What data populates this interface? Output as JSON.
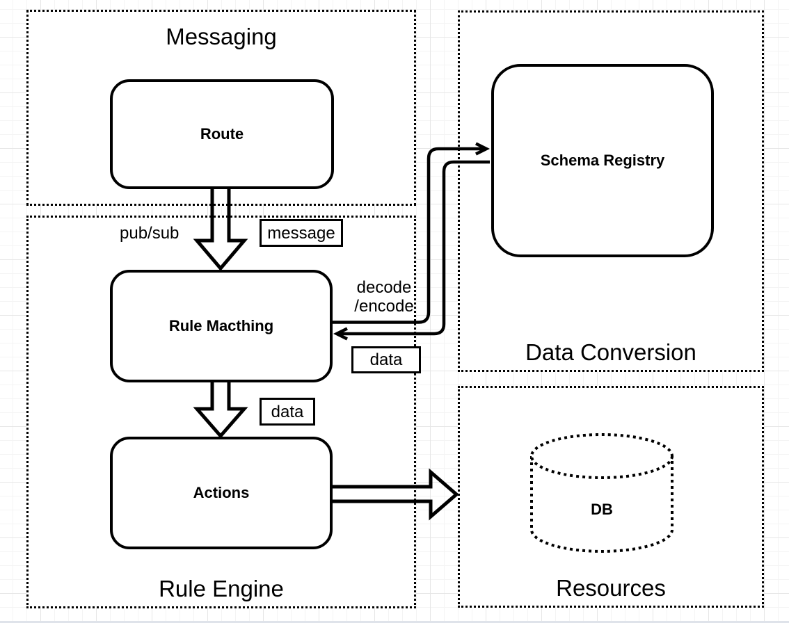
{
  "canvas": {
    "background": "#ffffff",
    "grid_minor_color": "#f4f4f4",
    "grid_major_color": "#e6e6e6",
    "ink_color": "#000000"
  },
  "containers": {
    "messaging": {
      "title": "Messaging"
    },
    "rule_engine": {
      "title": "Rule Engine"
    },
    "data_conversion": {
      "title": "Data Conversion"
    },
    "resources": {
      "title": "Resources"
    }
  },
  "nodes": {
    "route": {
      "label": "Route"
    },
    "rule_matching": {
      "label": "Rule Macthing"
    },
    "actions": {
      "label": "Actions"
    },
    "schema_registry": {
      "label": "Schema Registry"
    },
    "db": {
      "label": "DB"
    }
  },
  "edge_labels": {
    "pub_sub": "pub/sub",
    "message": "message",
    "decode_line1": "decode",
    "decode_line2": "/encode",
    "data_return": "data",
    "data_down": "data"
  },
  "edges": [
    {
      "from": "Route",
      "to": "Rule Macthing",
      "labels": [
        "pub/sub",
        "message"
      ],
      "arrow": "hollow-block-down"
    },
    {
      "from": "Rule Macthing",
      "to": "Schema Registry",
      "labels": [
        "decode /encode"
      ],
      "arrow": "thin-open-arrow"
    },
    {
      "from": "Schema Registry",
      "to": "Rule Macthing",
      "labels": [
        "data"
      ],
      "arrow": "thin-open-arrow"
    },
    {
      "from": "Rule Macthing",
      "to": "Actions",
      "labels": [
        "data"
      ],
      "arrow": "hollow-block-down"
    },
    {
      "from": "Actions",
      "to": "DB",
      "labels": [],
      "arrow": "hollow-block-right"
    }
  ]
}
